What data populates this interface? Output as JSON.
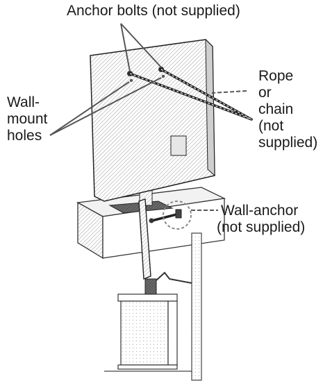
{
  "labels": {
    "anchor_bolts": "Anchor bolts (not supplied)",
    "wall_mount_holes": [
      "Wall-",
      "mount",
      "holes"
    ],
    "rope_chain": [
      "Rope",
      "or",
      "chain",
      "(not",
      "supplied)"
    ],
    "wall_anchor": [
      "Wall-anchor",
      "(not supplied)"
    ]
  }
}
